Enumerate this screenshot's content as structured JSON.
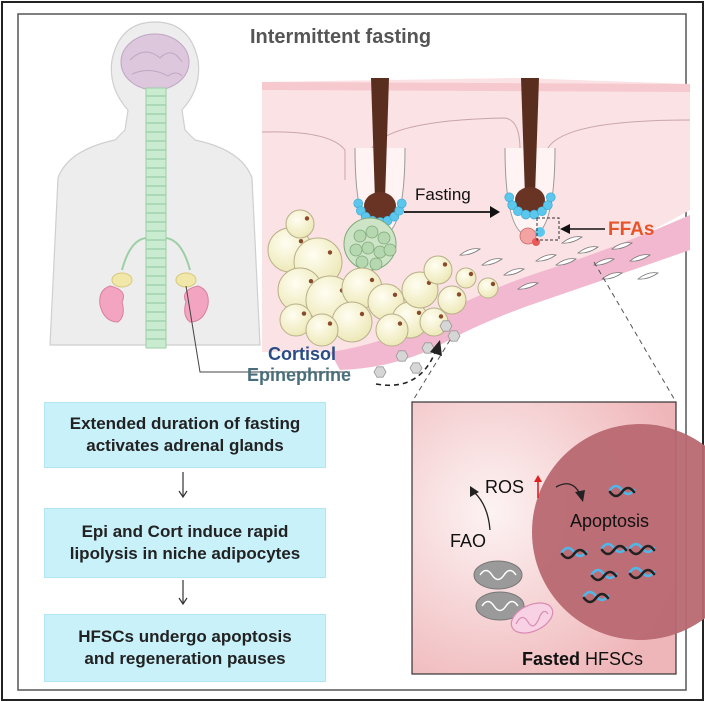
{
  "title": "Intermittent fasting",
  "fasting_label": "Fasting",
  "ffa_label": "FFAs",
  "hormones": [
    "Cortisol",
    "Epinephrine"
  ],
  "colors": {
    "cortisol": "#2a4d86",
    "epinephrine": "#4a6f7c",
    "ffa": "#e8542a",
    "box": "#c9f1fa",
    "inset_bg": "#f3c7c9",
    "nucleus": "#b86871"
  },
  "steps": [
    {
      "line1": "Extended duration of fasting",
      "line2": "activates adrenal glands"
    },
    {
      "line1": "Epi and Cort induce rapid",
      "line2": "lipolysis in niche adipocytes"
    },
    {
      "line1": "HFSCs undergo apoptosis",
      "line2": "and regeneration pauses"
    }
  ],
  "inset": {
    "ros": "ROS",
    "fao": "FAO",
    "apoptosis": "Apoptosis",
    "caption_bold": "Fasted",
    "caption_rest": "HFSCs"
  }
}
